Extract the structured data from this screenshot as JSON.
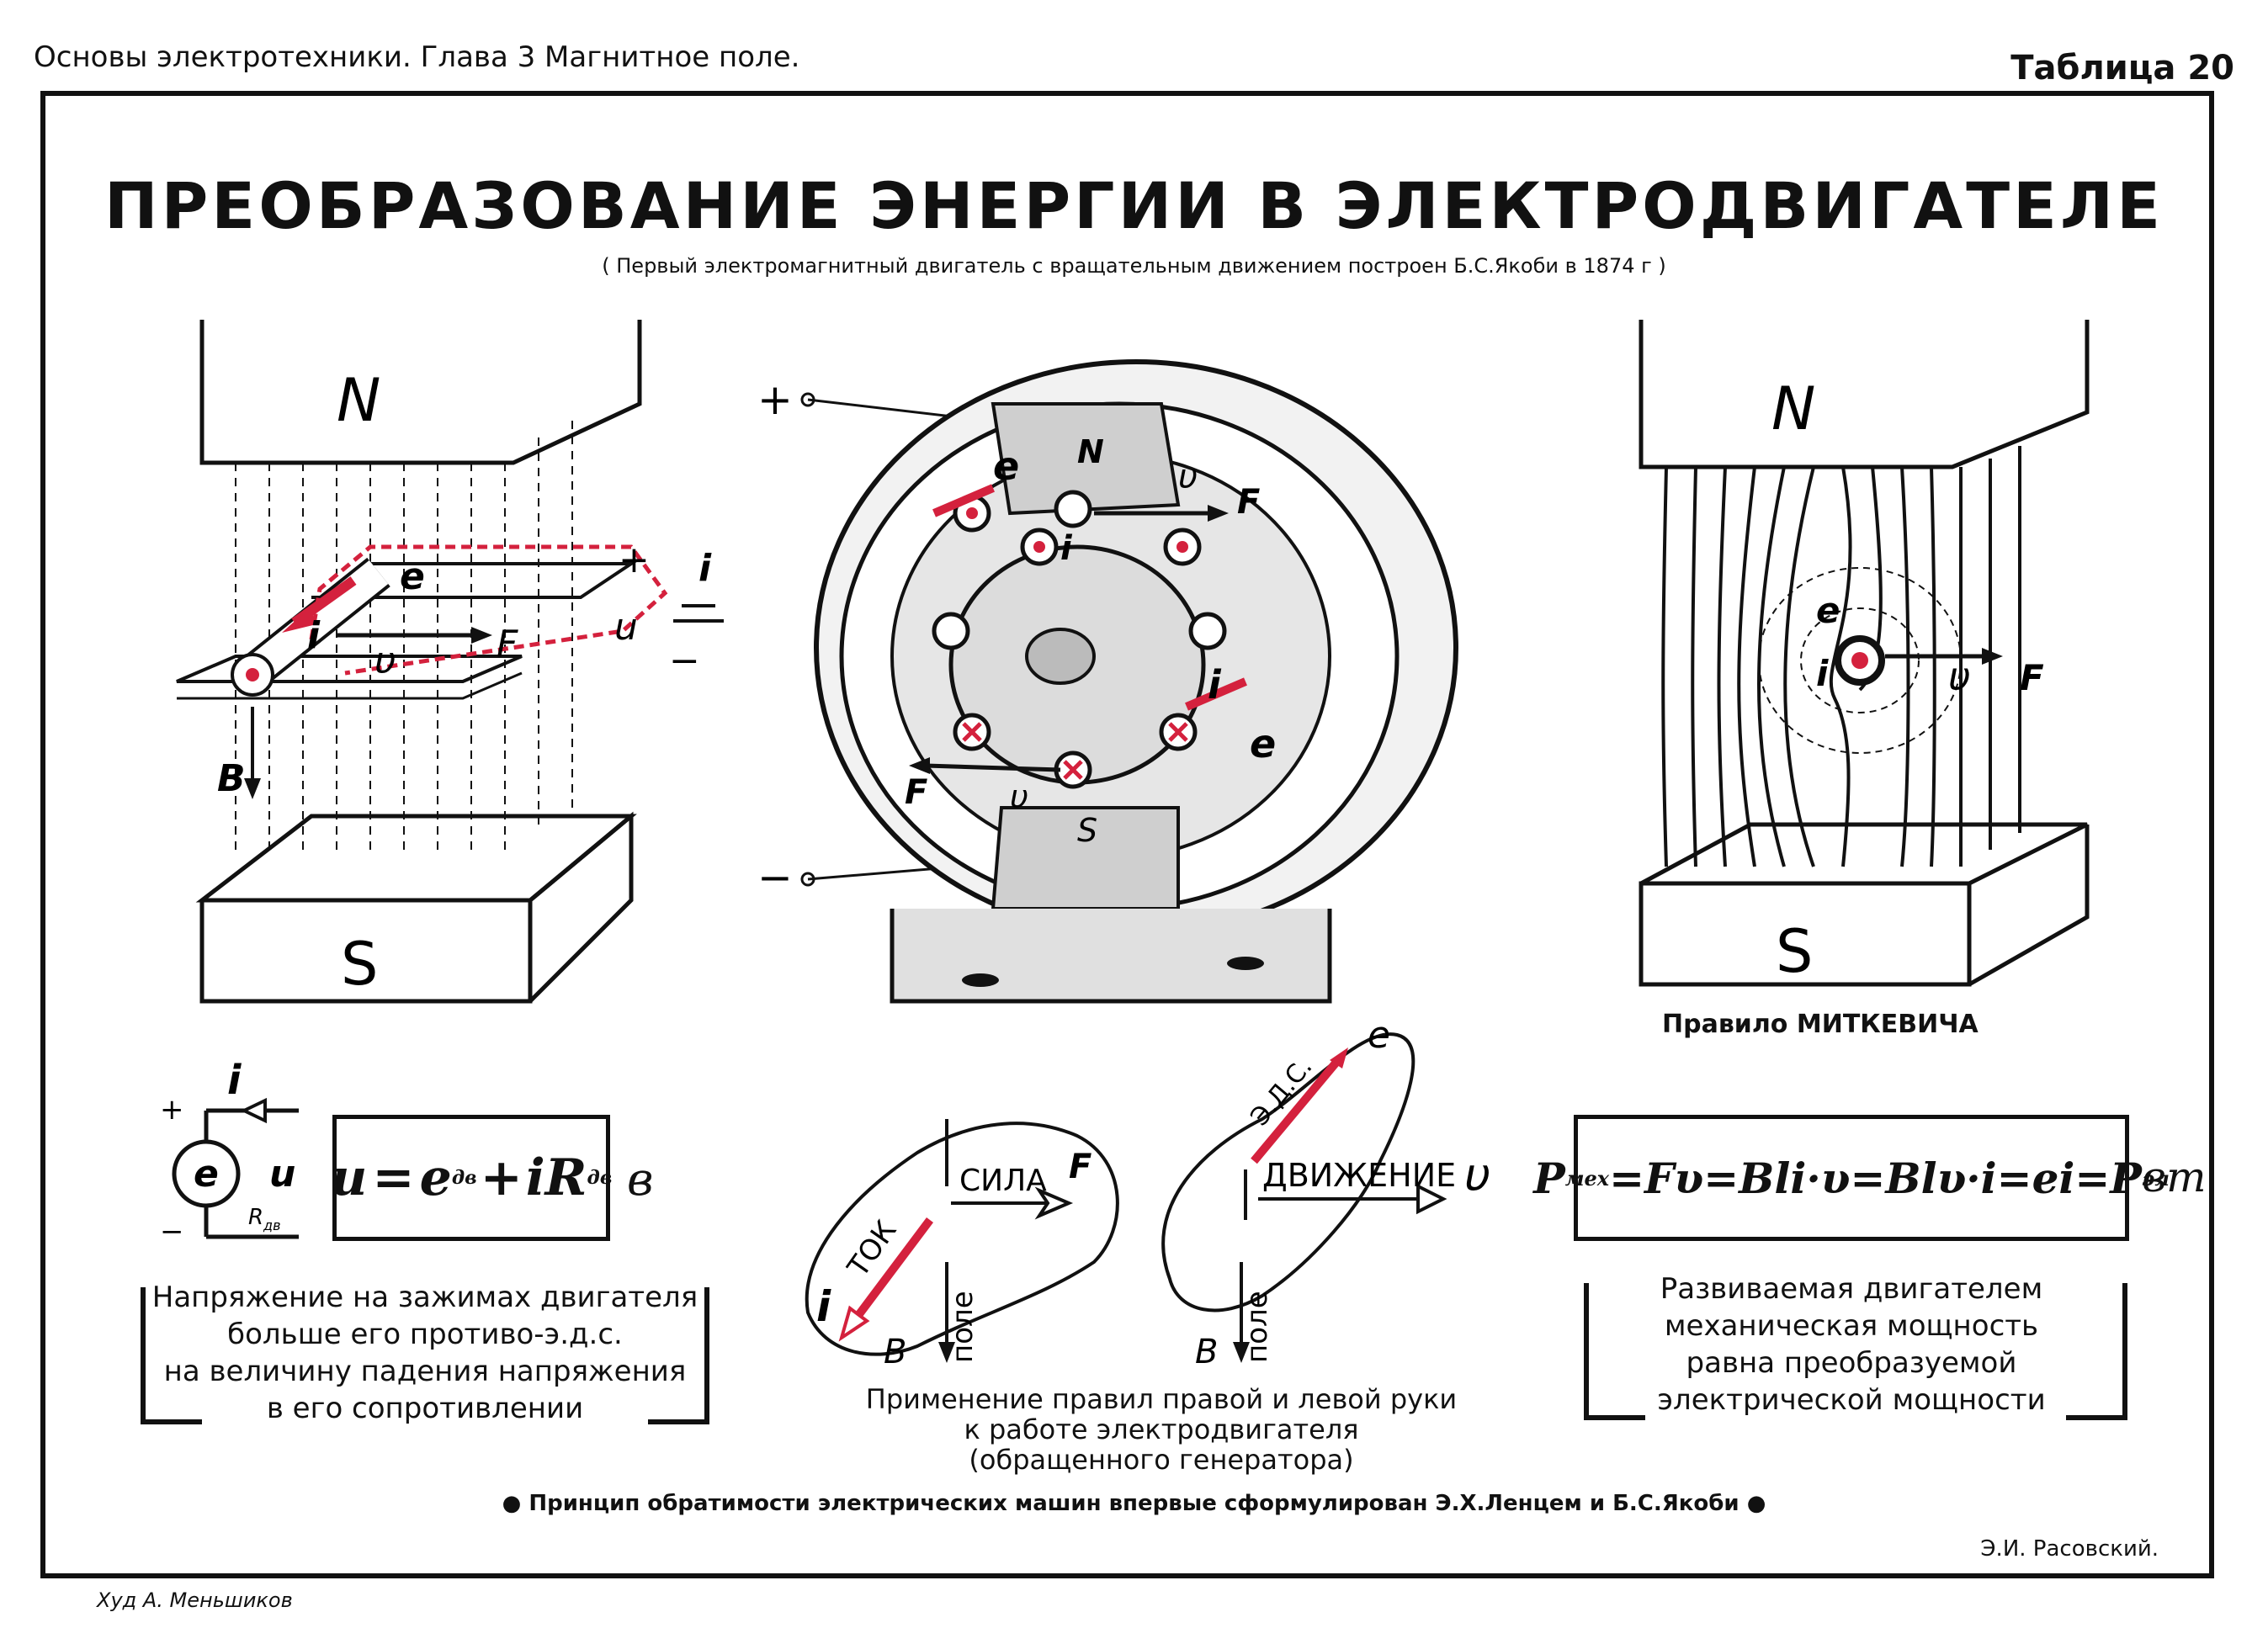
{
  "header": {
    "left": "Основы электротехники. Глава 3 Магнитное поле.",
    "right": "Таблица 20"
  },
  "title": "ПРЕОБРАЗОВАНИЕ ЭНЕРГИИ В ЭЛЕКТРОДВИГАТЕЛЕ",
  "subtitle": "( Первый электромагнитный двигатель с вращательным движением построен Б.С.Якоби в 1874 г )",
  "left_diagram": {
    "north": "N",
    "south": "S",
    "labels": {
      "B": "B",
      "i": "i",
      "e": "e",
      "v": "υ",
      "F": "F",
      "u": "u",
      "i2": "i",
      "plus": "+",
      "minus": "−"
    }
  },
  "motor_diagram": {
    "plus": "+",
    "minus": "−",
    "labels": {
      "e1": "e",
      "N": "N",
      "v1": "υ",
      "F1": "F",
      "i1": "i",
      "i2": "i",
      "e2": "e",
      "F2": "F",
      "v2": "υ",
      "S": "S"
    }
  },
  "right_diagram": {
    "north": "N",
    "south": "S",
    "labels": {
      "e": "e",
      "i": "i",
      "v": "υ",
      "F": "F"
    },
    "rule_caption": "Правило МИТКЕВИЧА"
  },
  "voltage_formula": {
    "lhs": "u",
    "rhs1": "e",
    "rhs1_sub": "дв",
    "rhs2": "iR",
    "rhs2_sub": "дв",
    "unit": "в"
  },
  "circuit": {
    "i": "i",
    "e": "e",
    "u": "u",
    "R": "R",
    "R_sub": "дв",
    "plus": "+",
    "minus": "−"
  },
  "voltage_caption": [
    "Напряжение на зажимах двигателя",
    "больше его противо-э.д.с.",
    "на величину падения напряжения",
    "в его сопротивлении"
  ],
  "hands": {
    "left_hand": {
      "force": "СИЛА",
      "F": "F",
      "current": "ТОК",
      "i": "i",
      "B": "B",
      "field": "поле"
    },
    "right_hand": {
      "emf": "Э.Д.С.",
      "e": "e",
      "motion": "ДВИЖЕНИЕ",
      "v": "υ",
      "B": "B",
      "field": "поле"
    },
    "caption": [
      "Применение правил  правой и левой руки",
      "к работе электродвигателя",
      "(обращенного генератора)"
    ]
  },
  "power_formula": {
    "text_main": "P",
    "sub_mech": "мех",
    "middle": "=Fυ=Bli·υ=Blυ·i=ei=P",
    "sub_el": "эл",
    "unit": "вт"
  },
  "power_caption": [
    "Развиваемая двигателем",
    "механическая  мощность",
    "равна  преобразуемой",
    "электрической мощности"
  ],
  "footer_note": "● Принцип обратимости электрических машин  впервые сформулирован Э.Х.Ленцем и Б.С.Якоби ●",
  "author": "Э.И. Расовский.",
  "artist": "Худ А. Меньшиков",
  "colors": {
    "accent_red": "#d4213d",
    "ink": "#111111"
  }
}
